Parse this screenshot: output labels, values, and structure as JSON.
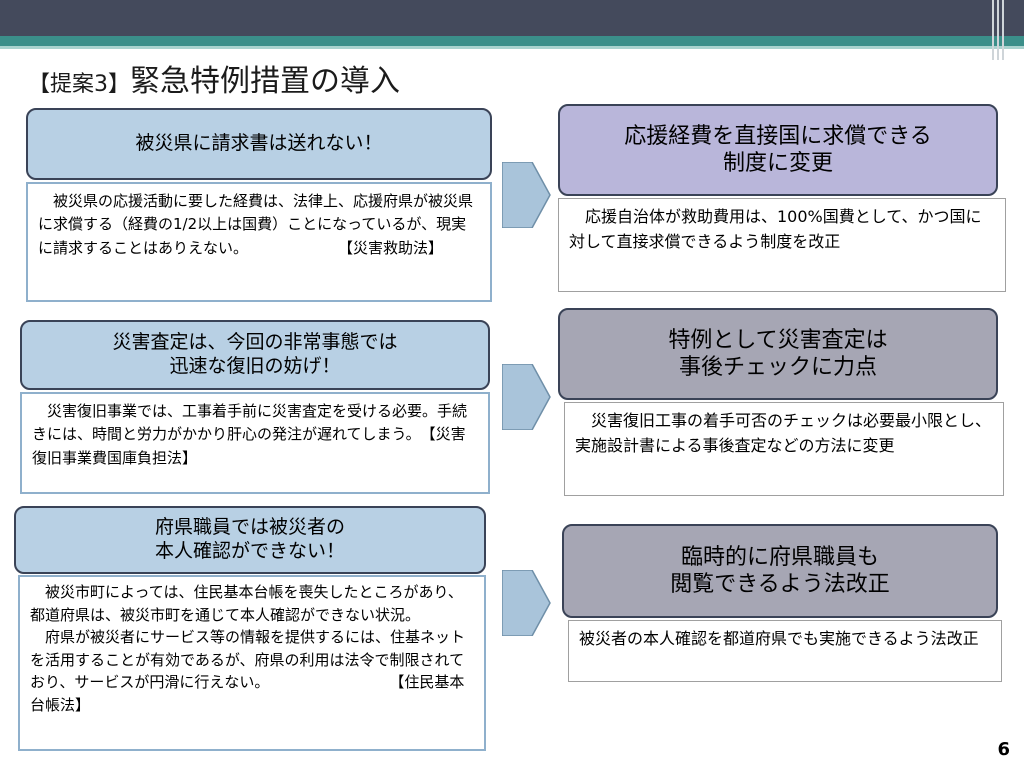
{
  "slide": {
    "title_prefix": "【提案3】",
    "title_main": "緊急特例措置の導入",
    "page_number": "6"
  },
  "rows": [
    {
      "problem_header": "被災県に請求書は送れない！",
      "problem_body": "　被災県の応援活動に要した経費は、法律上、応援府県が被災県に求償する（経費の1/2以上は国費）ことになっているが、現実に請求することはありえない。　　　　　　　【災害救助法】",
      "solution_header": "応援経費を直接国に求償できる\n制度に変更",
      "solution_body": "　応援自治体が救助費用は、100%国費として、かつ国に対して直接求償できるよう制度を改正"
    },
    {
      "problem_header": "災害査定は、今回の非常事態では\n迅速な復旧の妨げ！",
      "problem_body": "　災害復旧事業では、工事着手前に災害査定を受ける必要。手続きには、時間と労力がかかり肝心の発注が遅れてしまう。　【災害復旧事業費国庫負担法】",
      "solution_header": "特例として災害査定は\n事後チェックに力点",
      "solution_body": "　災害復旧工事の着手可否のチェックは必要最小限とし、実施設計書による事後査定などの方法に変更"
    },
    {
      "problem_header": "府県職員では被災者の\n本人確認ができない！",
      "problem_body": "　被災市町によっては、住民基本台帳を喪失したところがあり、都道府県は、被災市町を通じて本人確認ができない状況。\n　府県が被災者にサービス等の情報を提供するには、住基ネットを活用することが有効であるが、府県の利用は法令で制限されており、サービスが円滑に行えない。　　　　　　　　　【住民基本台帳法】",
      "solution_header": "臨時的に府県職員も\n閲覧できるよう法改正",
      "solution_body": "被災者の本人確認を都道府県でも実施できるよう法改正"
    }
  ],
  "colors": {
    "topbar": "#444a5c",
    "teal": "#3b8f8a",
    "problem_header_fill": "#b8d0e4",
    "solution1_fill": "#b9b6da",
    "solution_fill": "#a6a6b4",
    "arrow_fill": "#a9c4da"
  },
  "icons": [
    "right-arrow-icon"
  ]
}
